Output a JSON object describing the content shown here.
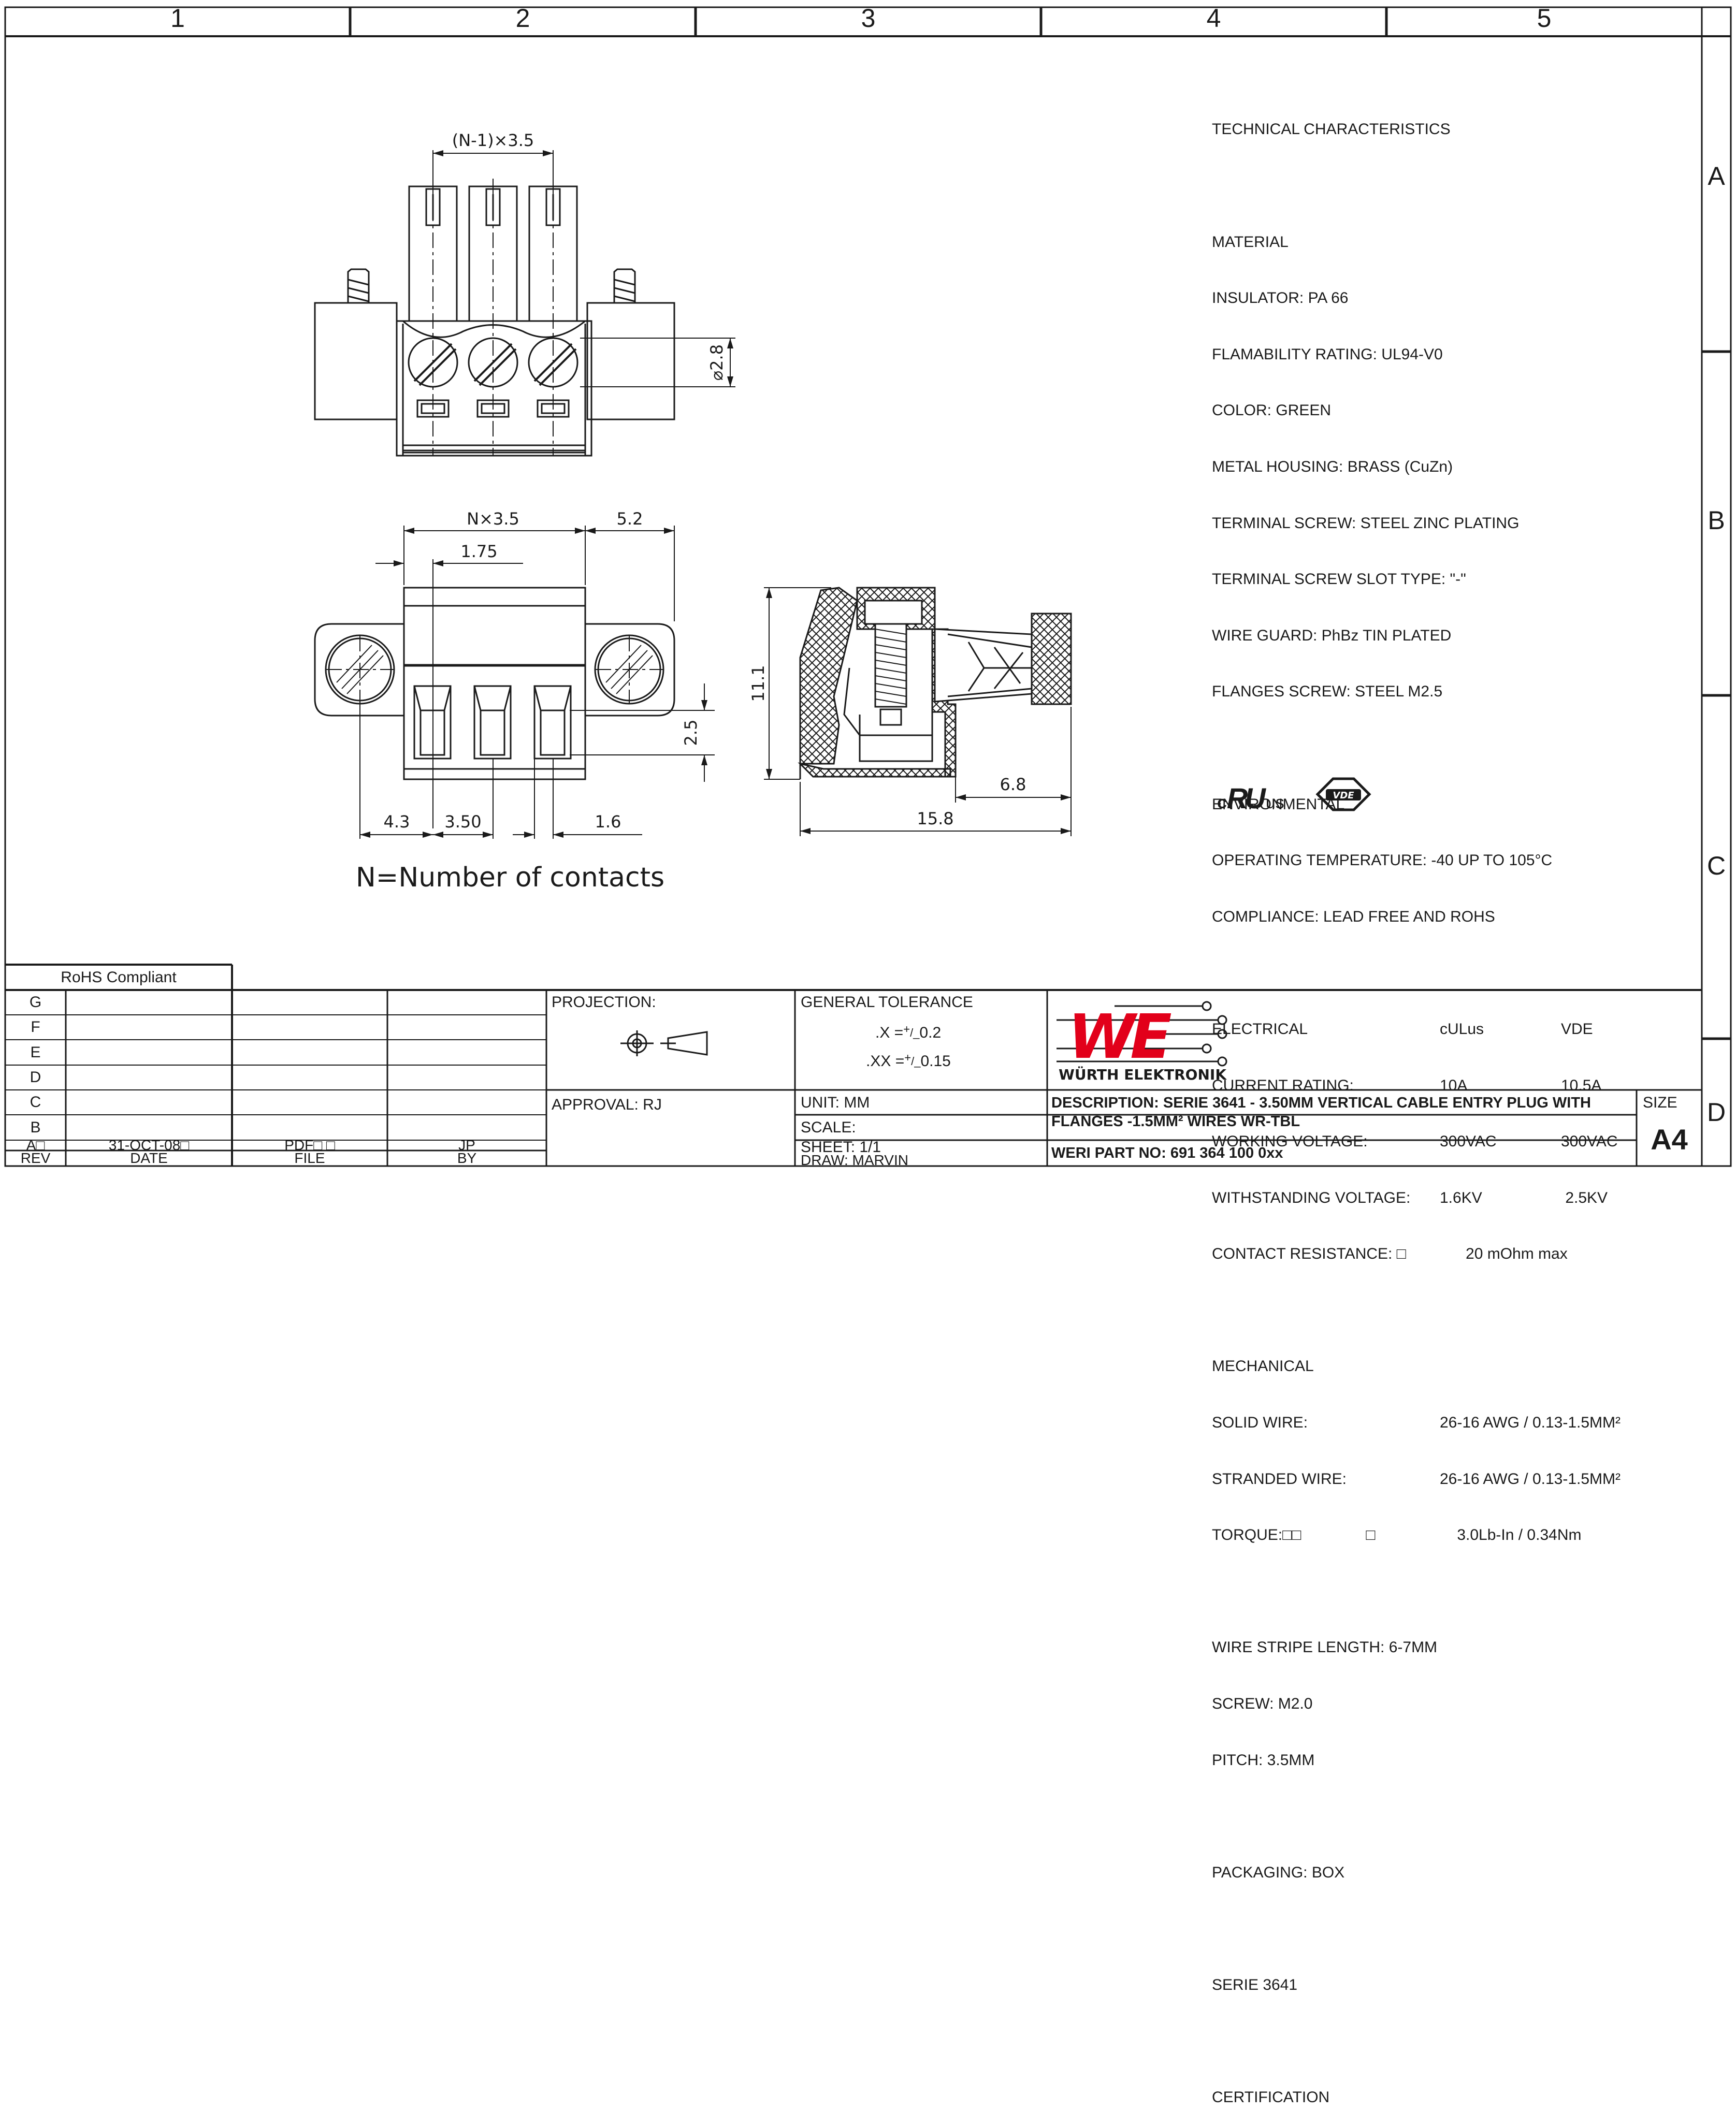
{
  "frame": {
    "zone_numbers": [
      "1",
      "2",
      "3",
      "4",
      "5"
    ],
    "zone_letters": [
      "A",
      "B",
      "C",
      "D"
    ]
  },
  "drawing": {
    "dims": {
      "pitch_top": "(N-1)×3.5",
      "dia": "⌀2.8",
      "n_pitch": "N×3.5",
      "w52": "5.2",
      "w175": "1.75",
      "h25": "2.5",
      "w43": "4.3",
      "w350": "3.50",
      "w16": "1.6",
      "h111": "11.1",
      "w68": "6.8",
      "w158": "15.8"
    },
    "note": "N=Number of contacts"
  },
  "tech": {
    "title": "TECHNICAL CHARACTERISTICS",
    "material_head": "MATERIAL",
    "material": [
      "INSULATOR: PA 66",
      "FLAMABILITY RATING: UL94-V0",
      "COLOR: GREEN",
      "METAL HOUSING: BRASS (CuZn)",
      "TERMINAL SCREW: STEEL ZINC PLATING",
      "TERMINAL SCREW SLOT TYPE: \"-\"",
      "WIRE GUARD: PhBz TIN PLATED",
      "FLANGES SCREW: STEEL M2.5"
    ],
    "env_head": "ENVIRONMENTAL",
    "env": [
      "OPERATING TEMPERATURE: -40 UP TO 105°C",
      "COMPLIANCE: LEAD FREE AND ROHS"
    ],
    "elec": [
      {
        "k": "ELECTRICAL",
        "a": "cULus",
        "b": "VDE"
      },
      {
        "k": "CURRENT RATING:",
        "a": "10A",
        "b": "10.5A"
      },
      {
        "k": "WORKING VOLTAGE:",
        "a": "300VAC",
        "b": "300VAC"
      },
      {
        "k": "WITHSTANDING VOLTAGE:",
        "a": "1.6KV",
        "b": " 2.5KV"
      },
      {
        "k": "CONTACT RESISTANCE: □",
        "a": "      20 mOhm max",
        "b": ""
      }
    ],
    "mech": [
      {
        "k": "MECHANICAL",
        "a": ""
      },
      {
        "k": "SOLID WIRE:",
        "a": "26-16 AWG / 0.13-1.5MM²"
      },
      {
        "k": "STRANDED WIRE:",
        "a": "26-16 AWG / 0.13-1.5MM²"
      },
      {
        "k": "TORQUE:□□               □",
        "a": "    3.0Lb-In / 0.34Nm"
      }
    ],
    "misc1": [
      "WIRE STRIPE LENGTH: 6-7MM",
      "SCREW: M2.0",
      "PITCH: 3.5MM"
    ],
    "packaging": "PACKAGING: BOX",
    "serie": "SERIE 3641",
    "certification": "CERTIFICATION",
    "cert_c": "c",
    "cert_ru": "RU",
    "cert_us": "us",
    "cert_vde": "VDE"
  },
  "titleblock": {
    "rohs": "RoHS Compliant",
    "revs": [
      "G",
      "F",
      "E",
      "D",
      "C",
      "B",
      "A□"
    ],
    "rev_a_date": "31-OCT-08□",
    "rev_a_file": "PDF□ □",
    "rev_a_by": "JP",
    "headers": {
      "rev": "REV",
      "date": "DATE",
      "file": "FILE",
      "by": "BY"
    },
    "projection": "PROJECTION:",
    "approval": "APPROVAL: RJ",
    "general_tolerance": "GENERAL TOLERANCE",
    "tol_x_pre": ".X = ",
    "tol_x_val": " 0.2",
    "tol_xx_pre": ".XX = ",
    "tol_xx_val": " 0.15",
    "plus": "+",
    "minus": "/_",
    "unit": "UNIT: MM",
    "scale": "SCALE:",
    "sheet": "SHEET: 1/1",
    "draw": "DRAW: MARVIN",
    "logo_text": "WÜRTH ELEKTRONIK",
    "logo_we": "WE",
    "description": "DESCRIPTION: SERIE 3641 - 3.50MM VERTICAL CABLE ENTRY PLUG WITH FLANGES -1.5MM² WIRES WR-TBL",
    "size_label": "SIZE",
    "size_value": "A4",
    "part_no": "WERI PART NO: 691 364 100 0xx"
  },
  "colors": {
    "line": "#1a1a1a",
    "logo_red": "#e2001a"
  }
}
